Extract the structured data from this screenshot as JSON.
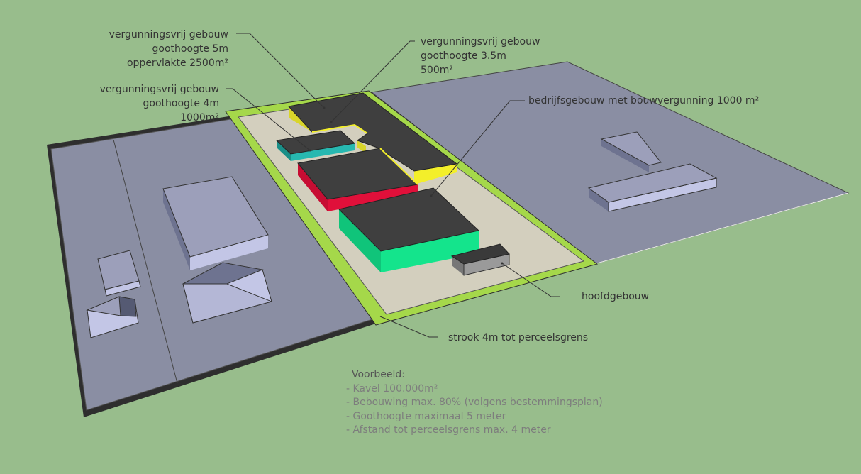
{
  "labels": {
    "vrij_2500": {
      "line1": "vergunningsvrij gebouw",
      "line2": "goothoogte 5m",
      "line3": "oppervlakte 2500m²"
    },
    "vrij_1000": {
      "line1": "vergunningsvrij gebouw",
      "line2": "goothoogte 4m",
      "line3": "1000m²"
    },
    "vrij_500": {
      "line1": "vergunningsvrij gebouw",
      "line2": "goothoogte 3.5m",
      "line3": "500m²"
    },
    "bedrijf": "bedrijfsgebouw met bouwvergunning 1000 m²",
    "hoofd": "hoofdgebouw",
    "strook": "strook 4m tot perceelsgrens"
  },
  "example": {
    "title": "Voorbeeld:",
    "items": [
      "- Kavel 100.000m²",
      "- Bebouwing max. 80% (volgens bestemmingsplan)",
      "- Goothoogte maximaal 5 meter",
      "- Afstand tot perceelsgrens max. 4 meter"
    ]
  },
  "colors": {
    "background": "#98bd8c",
    "parcel": "#8a8ea3",
    "strip": "#a5d84a",
    "site": "#d3cfbe",
    "roof": "#3f3f3f",
    "yellow": "#f3ef2a",
    "teal": "#27b8b0",
    "red": "#e0103a",
    "green": "#14e48c"
  }
}
